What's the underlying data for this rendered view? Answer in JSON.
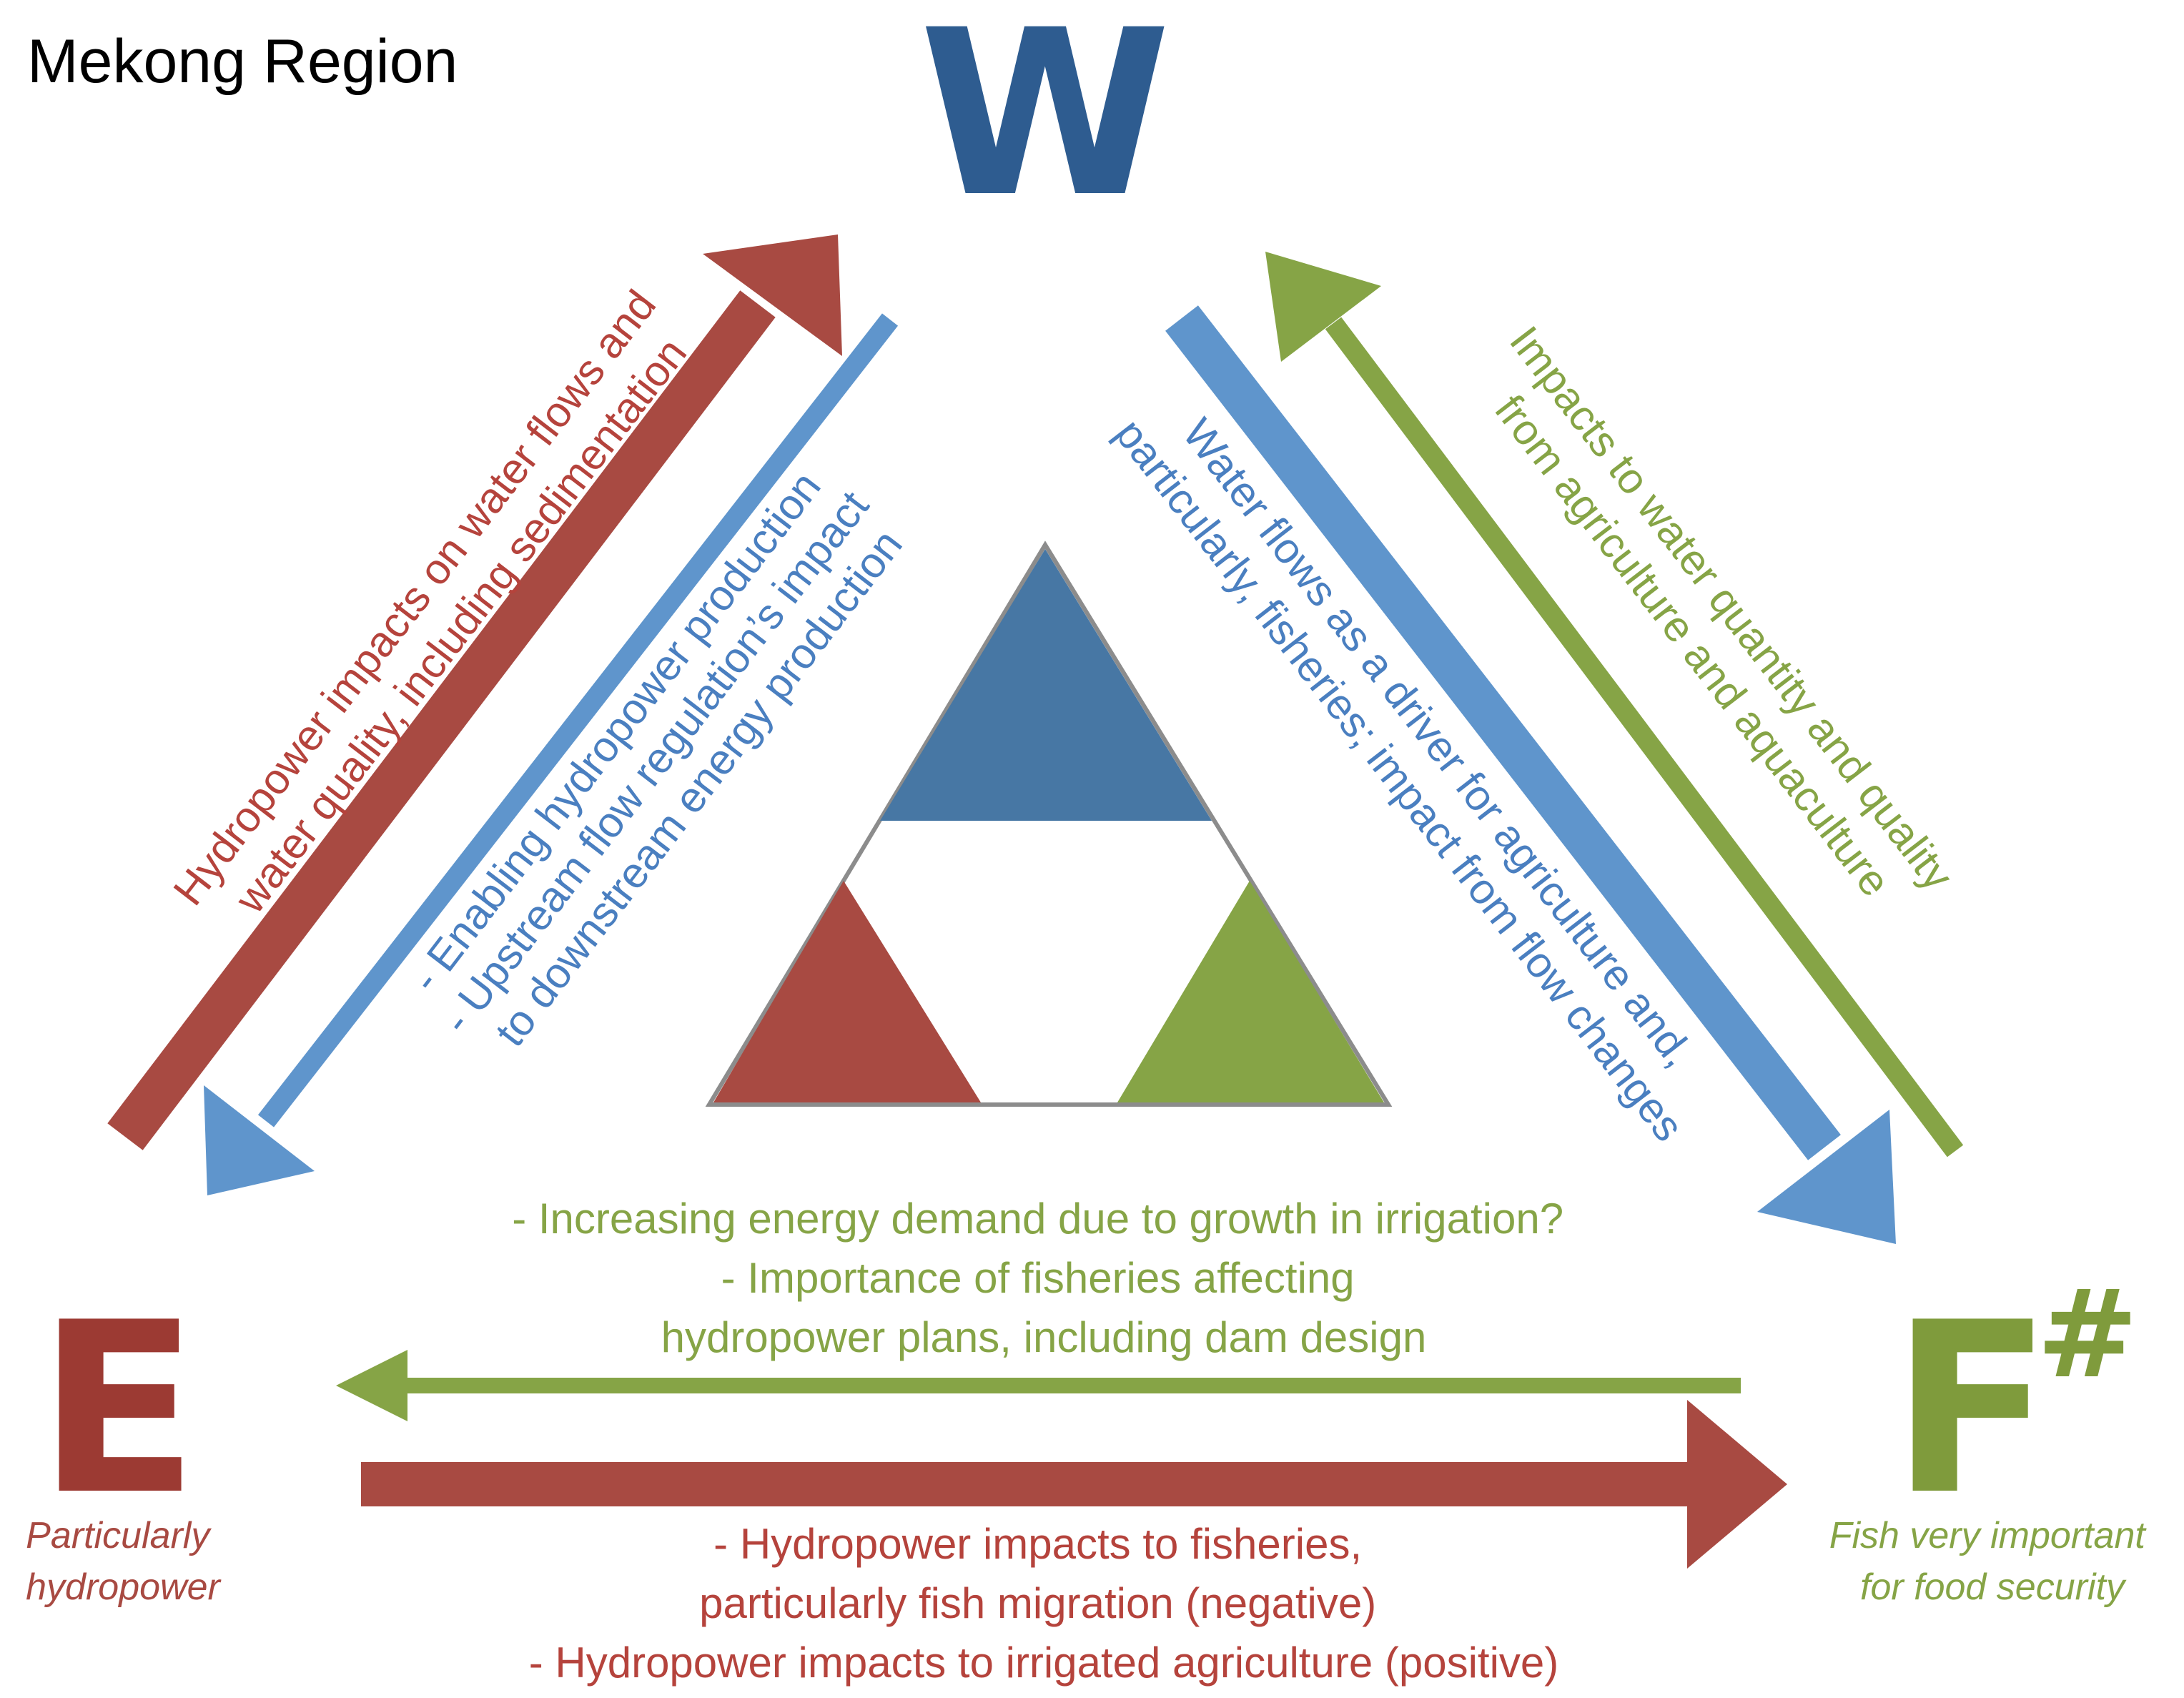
{
  "title": "Mekong Region",
  "nodes": {
    "water": {
      "letter": "W",
      "color": "#2e5c90"
    },
    "energy": {
      "letter": "E",
      "color": "#9c3a33",
      "caption": [
        "Particularly",
        "hydropower"
      ]
    },
    "food": {
      "letter": "F",
      "mark": "#",
      "color": "#7f9b3c",
      "caption": [
        "Fish very important",
        "for food security"
      ]
    }
  },
  "colors": {
    "red": "#a84a42",
    "blue": "#5f95cc",
    "green": "#86a446",
    "center_blue": "#4777a4",
    "center_red": "#a84a42",
    "center_green": "#86a446",
    "outline": "#8c8c8c"
  },
  "links": {
    "energy_to_water": [
      "Hydropower impacts on water flows and",
      "water quality, including sedimentation"
    ],
    "water_to_energy": [
      "- Enabling hydropower production",
      "- Upstream flow regulation’s impact",
      "to downstream energy production"
    ],
    "water_to_food": [
      "Water flows as a driver for agriculture and,",
      "particularly, fisheries; impact from flow changes"
    ],
    "food_to_water": [
      "Impacts to water quantity and quality",
      "from agriculture and aquaculture"
    ],
    "food_to_energy": [
      "- Increasing energy demand due to growth in irrigation?",
      "- Importance of fisheries affecting",
      "hydropower plans, including dam design"
    ],
    "energy_to_food": [
      "- Hydropower impacts to fisheries,",
      "particularly fish migration (negative)",
      "- Hydropower impacts to irrigated agriculture (positive)"
    ]
  }
}
